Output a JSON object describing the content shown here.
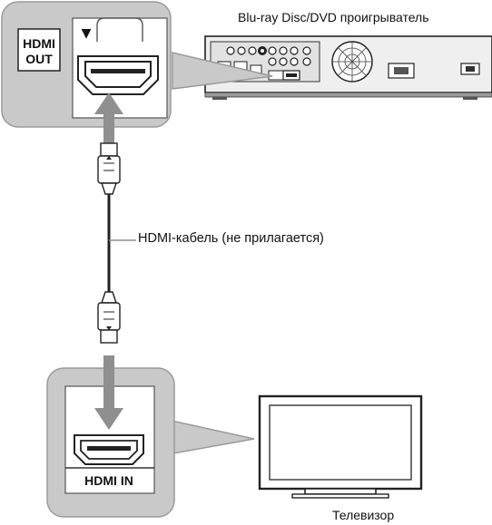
{
  "labels": {
    "player": "Blu-ray Disc/DVD проигрыватель",
    "cable": "HDMI-кабель (не прилагается)",
    "tv": "Телевизор"
  },
  "ports": {
    "out_line1": "HDMI",
    "out_line2": "OUT",
    "in_label": "HDMI IN",
    "out_marker": "▼"
  },
  "colors": {
    "callout_fill": "#c9c9c9",
    "callout_stroke": "#9a9a9a",
    "arrow_gray": "#8f8f8f",
    "device_dark": "#3a3a3a"
  }
}
